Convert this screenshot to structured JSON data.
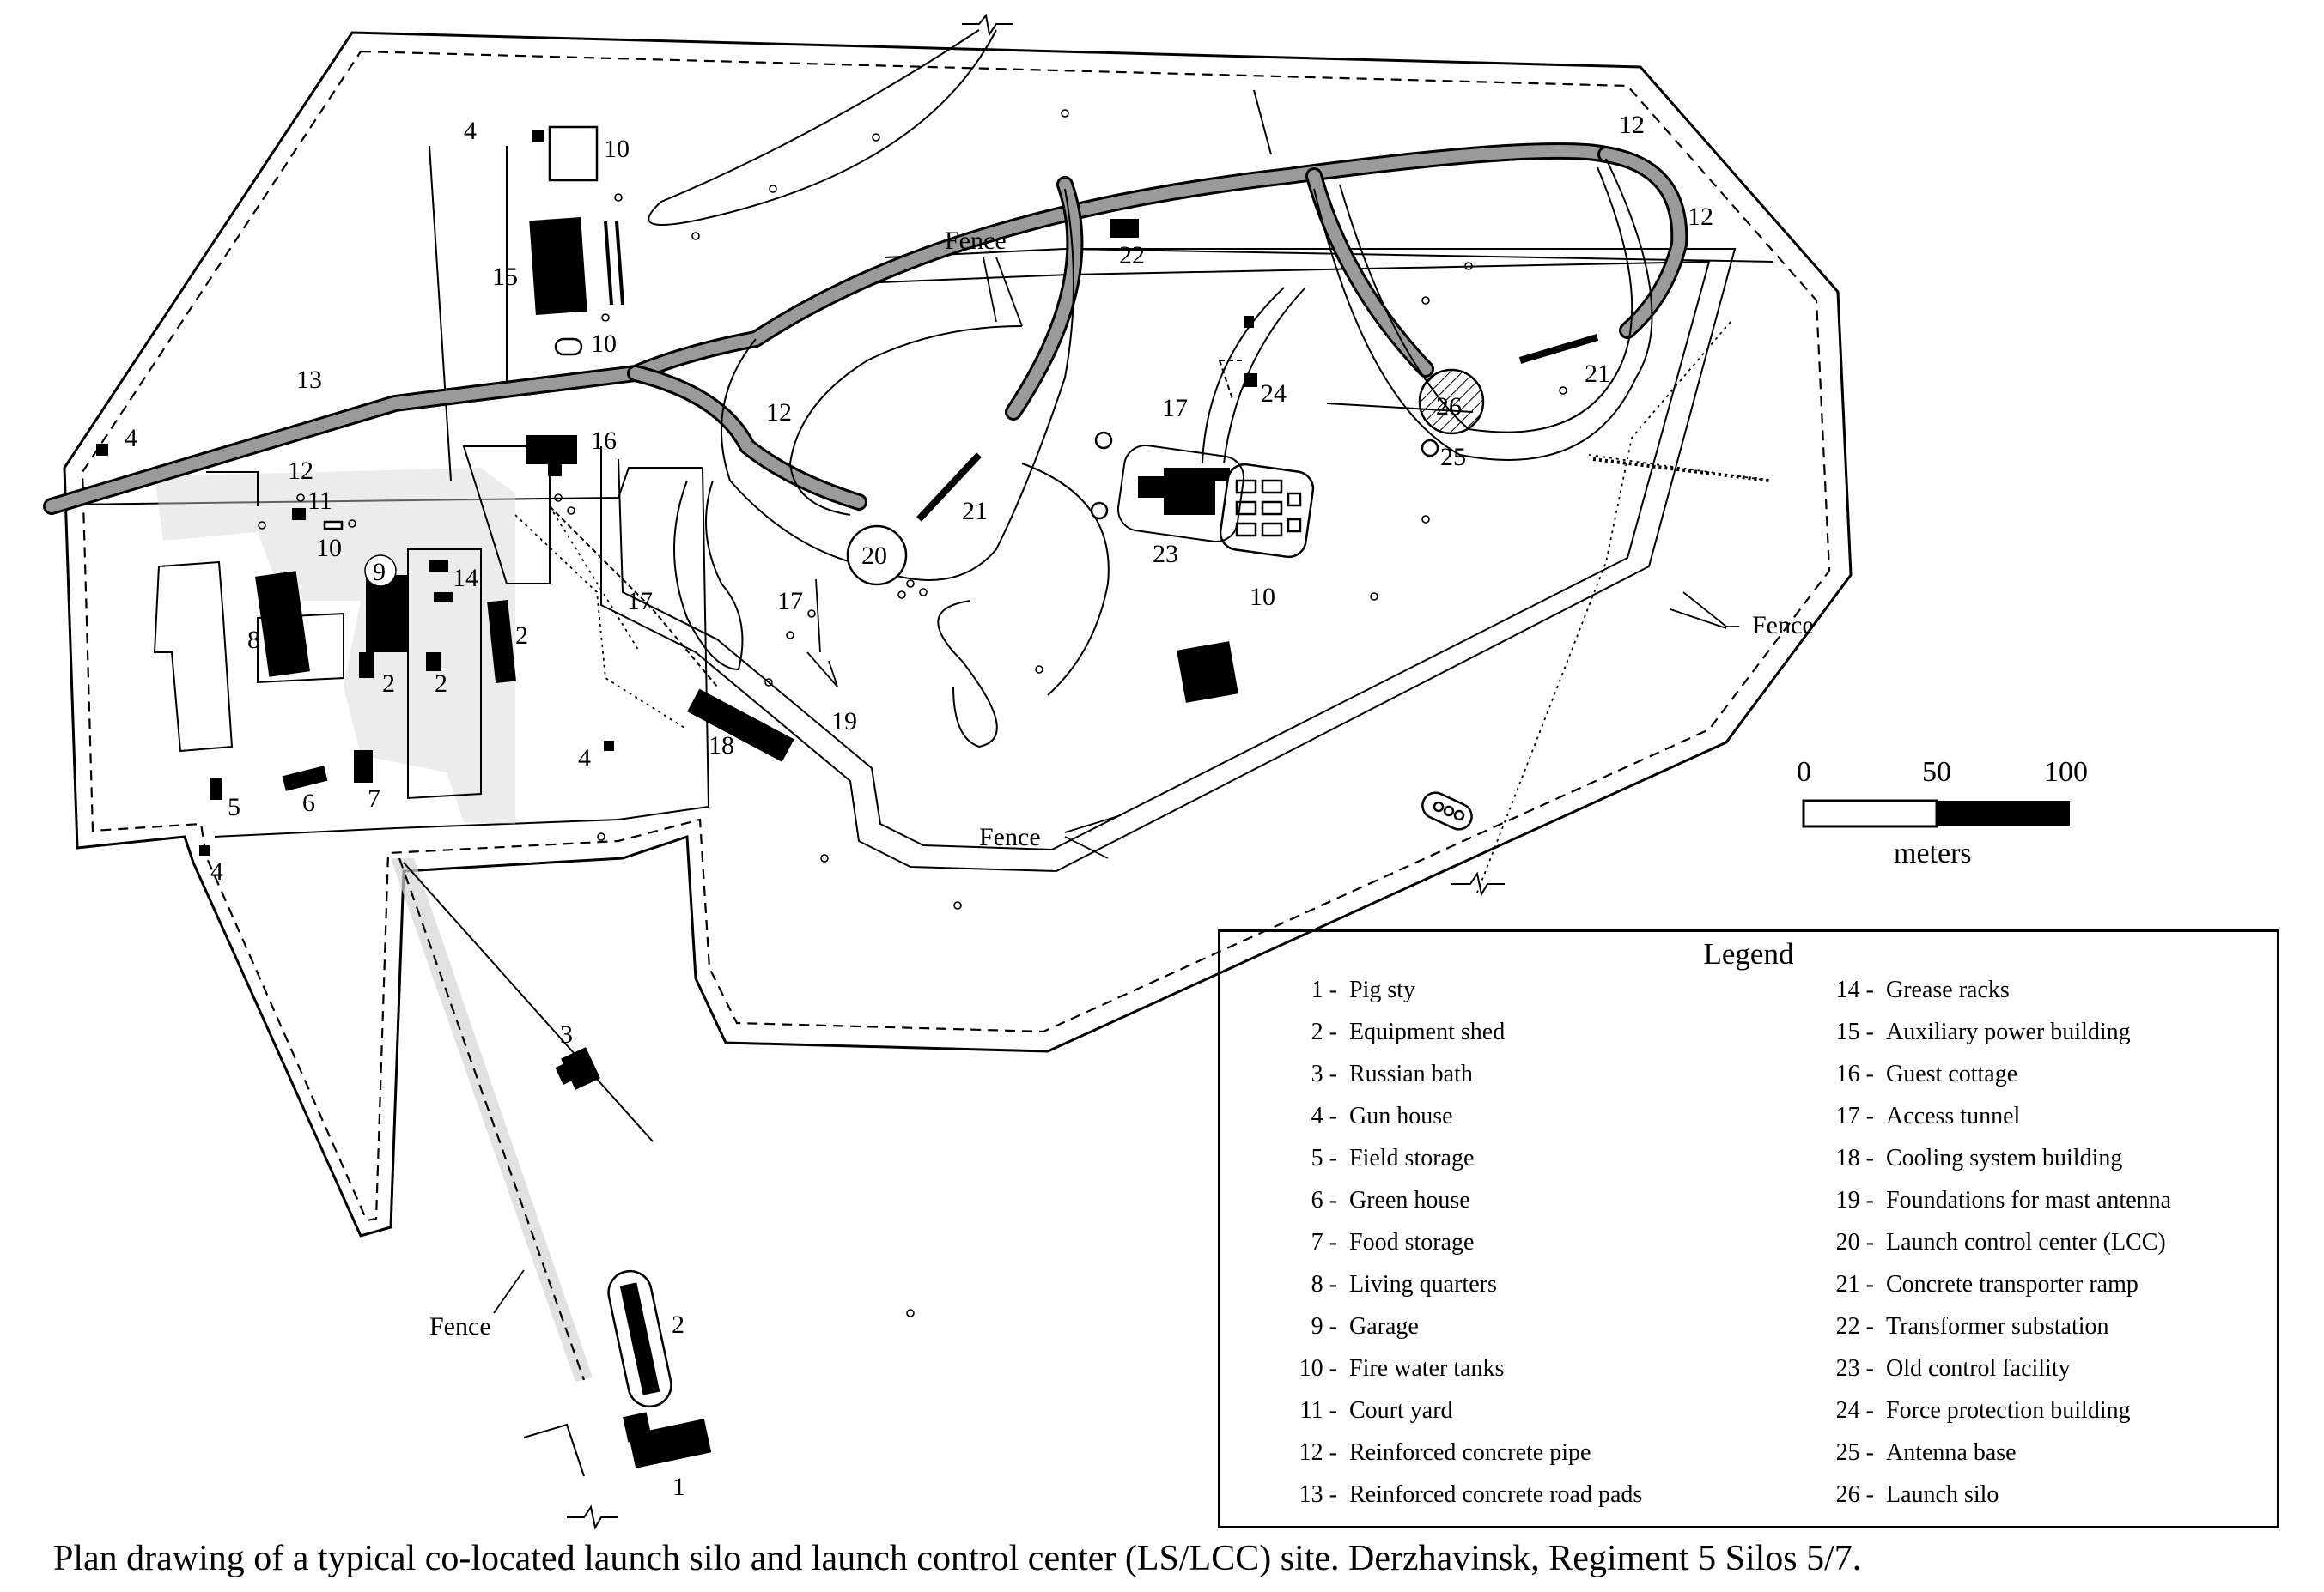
{
  "labels": {
    "fence": "Fence",
    "n1": "1",
    "n2": "2",
    "n3": "3",
    "n4": "4",
    "n5": "5",
    "n6": "6",
    "n7": "7",
    "n8": "8",
    "n9": "9",
    "n10": "10",
    "n11": "11",
    "n12": "12",
    "n13": "13",
    "n14": "14",
    "n15": "15",
    "n16": "16",
    "n17": "17",
    "n18": "18",
    "n19": "19",
    "n20": "20",
    "n21": "21",
    "n22": "22",
    "n23": "23",
    "n24": "24",
    "n25": "25",
    "n26": "26"
  },
  "scale_bar": {
    "ticks": [
      "0",
      "50",
      "100"
    ],
    "unit": "meters"
  },
  "legend": {
    "title": "Legend",
    "items": [
      {
        "num": "1 -",
        "text": "Pig sty"
      },
      {
        "num": "2 -",
        "text": "Equipment shed"
      },
      {
        "num": "3 -",
        "text": "Russian bath"
      },
      {
        "num": "4 -",
        "text": "Gun house"
      },
      {
        "num": "5 -",
        "text": "Field storage"
      },
      {
        "num": "6 -",
        "text": "Green house"
      },
      {
        "num": "7 -",
        "text": "Food storage"
      },
      {
        "num": "8 -",
        "text": "Living quarters"
      },
      {
        "num": "9 -",
        "text": "Garage"
      },
      {
        "num": "10 -",
        "text": "Fire water tanks"
      },
      {
        "num": "11 -",
        "text": "Court yard"
      },
      {
        "num": "12 -",
        "text": "Reinforced concrete pipe"
      },
      {
        "num": "13 -",
        "text": "Reinforced concrete road pads"
      },
      {
        "num": "14 -",
        "text": "Grease racks"
      },
      {
        "num": "15 -",
        "text": "Auxiliary power building"
      },
      {
        "num": "16 -",
        "text": "Guest cottage"
      },
      {
        "num": "17 -",
        "text": "Access tunnel"
      },
      {
        "num": "18 -",
        "text": "Cooling system building"
      },
      {
        "num": "19 -",
        "text": "Foundations for mast antenna"
      },
      {
        "num": "20 -",
        "text": "Launch control center (LCC)"
      },
      {
        "num": "21 -",
        "text": "Concrete transporter ramp"
      },
      {
        "num": "22 -",
        "text": "Transformer substation"
      },
      {
        "num": "23 -",
        "text": "Old control facility"
      },
      {
        "num": "24 -",
        "text": "Force protection building"
      },
      {
        "num": "25 -",
        "text": "Antenna base"
      },
      {
        "num": "26 -",
        "text": "Launch silo"
      }
    ]
  },
  "caption": "Plan drawing of a typical co-located launch silo and launch control center (LS/LCC) site.  Derzhavinsk, Regiment 5 Silos 5/7."
}
